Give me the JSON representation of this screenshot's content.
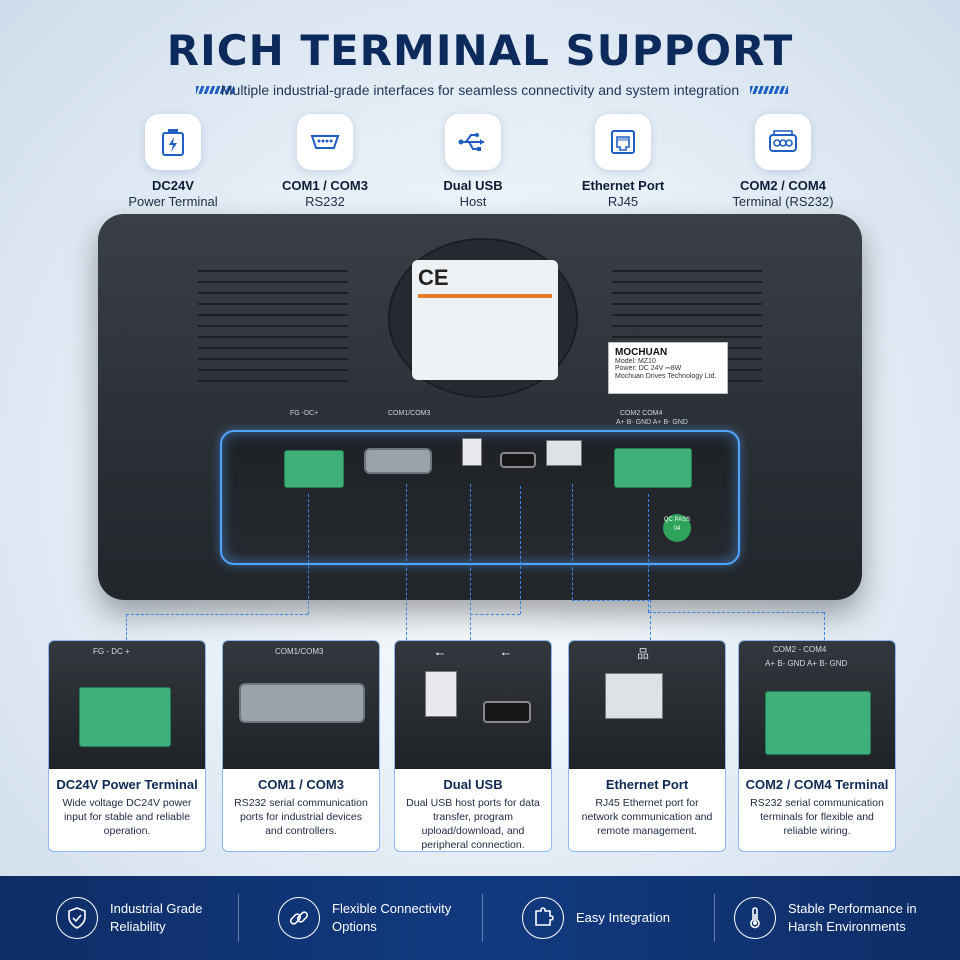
{
  "header": {
    "title": "RICH TERMINAL SUPPORT",
    "subtitle": "Multiple industrial-grade interfaces for seamless connectivity and system integration"
  },
  "features": [
    {
      "title": "DC24V",
      "sub": "Power Terminal",
      "icon": "battery-icon"
    },
    {
      "title": "COM1 / COM3",
      "sub": "RS232",
      "icon": "serial-port-icon"
    },
    {
      "title": "Dual USB",
      "sub": "Host",
      "icon": "usb-icon"
    },
    {
      "title": "Ethernet Port",
      "sub": "RJ45",
      "icon": "ethernet-icon"
    },
    {
      "title": "COM2 / COM4",
      "sub": "Terminal (RS232)",
      "icon": "terminal-block-icon"
    }
  ],
  "device": {
    "ce_mark": "CE",
    "model_brand": "MOCHUAN",
    "model_line1": "Model: MZ10",
    "model_line2": "Power: DC 24V  ⎓8W",
    "model_line3": "Mochuan Drives Technology Ltd.",
    "port_fg": "FG   -DC+",
    "port_com13": "COM1/COM3",
    "port_com24": "COM2    COM4",
    "port_com24_pins": "A+  B-  GND A+  B-  GND",
    "qc_badge": "QC PASS 04"
  },
  "cards": [
    {
      "title": "DC24V Power Terminal",
      "desc": "Wide voltage DC24V power input for stable and reliable operation.",
      "photo_label": "FG   - DC +"
    },
    {
      "title": "COM1 / COM3",
      "desc": "RS232 serial communication ports for industrial devices and controllers.",
      "photo_label": "COM1/COM3"
    },
    {
      "title": "Dual USB",
      "desc": "Dual USB host ports for data transfer, program upload/download, and peripheral connection.",
      "photo_label": ""
    },
    {
      "title": "Ethernet Port",
      "desc": "RJ45 Ethernet port for network communication and remote management.",
      "photo_label": ""
    },
    {
      "title": "COM2 / COM4 Terminal",
      "desc": "RS232 serial communication terminals for flexible and reliable wiring.",
      "photo_label": "COM2        - COM4",
      "photo_label2": "A+ B- GND A+ B- GND"
    }
  ],
  "footer": [
    {
      "text": "Industrial Grade Reliability",
      "icon": "shield-check-icon"
    },
    {
      "text": "Flexible Connectivity Options",
      "icon": "link-icon"
    },
    {
      "text": "Easy Integration",
      "icon": "puzzle-icon"
    },
    {
      "text": "Stable Performance in Harsh Environments",
      "icon": "thermometer-icon"
    }
  ],
  "colors": {
    "title": "#0d2a5c",
    "accent": "#3a86e6",
    "footer_bg": "#123a80",
    "terminal_green": "#3fb07a"
  }
}
